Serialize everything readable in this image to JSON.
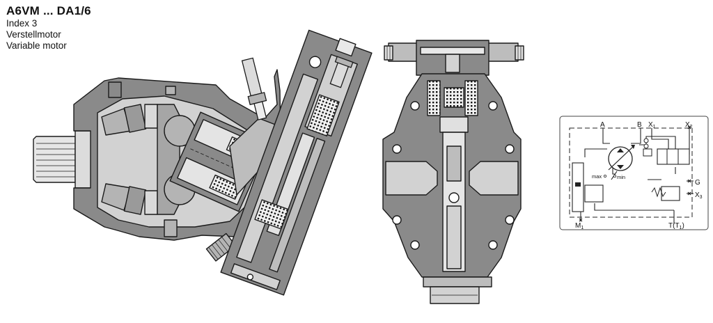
{
  "header": {
    "title": "A6VM ... DA1/6",
    "index": "Index 3",
    "german": "Verstellmotor",
    "english": "Variable motor"
  },
  "schematic": {
    "ports": {
      "A": "A",
      "B": "B",
      "X1": "X",
      "X1_sub": "1",
      "X2": "X",
      "X2_sub": "2",
      "G": "G",
      "X3": "X",
      "X3_sub": "3",
      "M1": "M",
      "M1_sub": "1",
      "T": "T(T",
      "T_sub": "1",
      "T_close": ")"
    },
    "labels": {
      "max": "max",
      "min": "min"
    }
  },
  "colors": {
    "body": "#8a8a8a",
    "light": "#d2d2d2",
    "mid": "#b4b4b4",
    "outline": "#1a1a1a"
  }
}
